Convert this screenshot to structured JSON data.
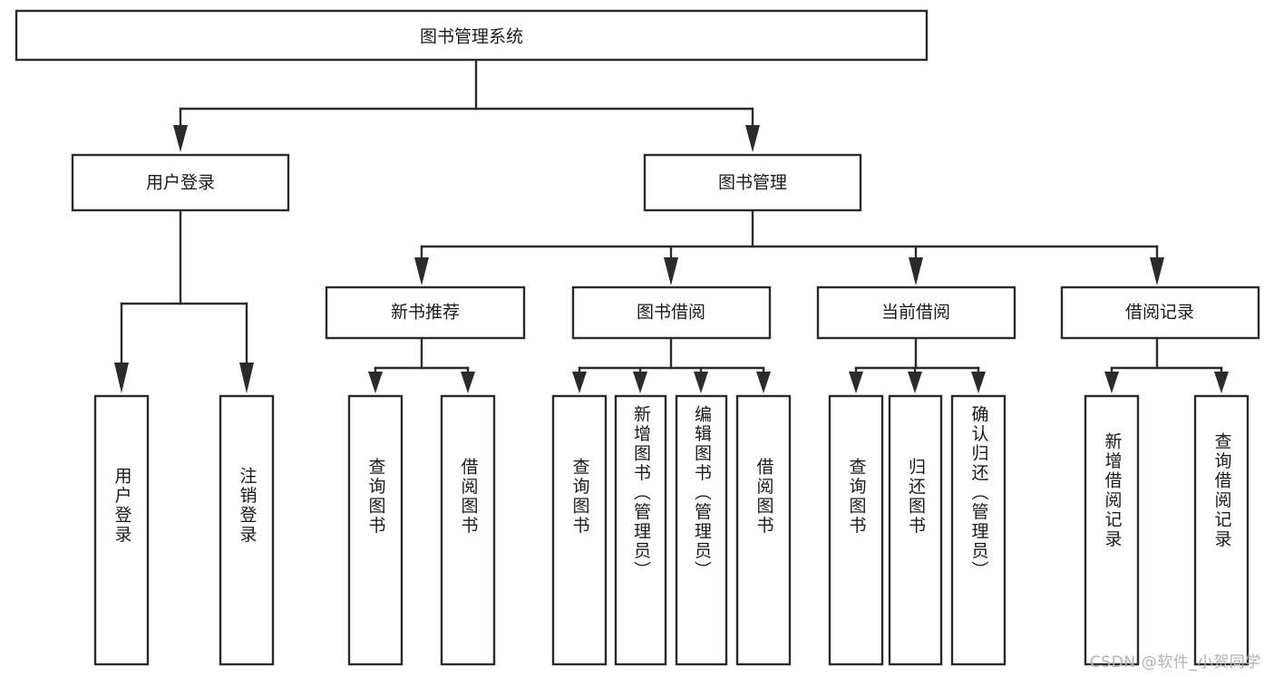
{
  "diagram": {
    "type": "tree-hierarchy",
    "root": {
      "label": "图书管理系统"
    },
    "level2": [
      {
        "label": "用户登录"
      },
      {
        "label": "图书管理"
      }
    ],
    "level3": [
      {
        "label": "新书推荐"
      },
      {
        "label": "图书借阅"
      },
      {
        "label": "当前借阅"
      },
      {
        "label": "借阅记录"
      }
    ],
    "leaves": {
      "user_login": [
        {
          "label": "用户登录"
        },
        {
          "label": "注销登录"
        }
      ],
      "new_book_recommend": [
        {
          "label": "查询图书"
        },
        {
          "label": "借阅图书"
        }
      ],
      "book_borrow": [
        {
          "label": "查询图书"
        },
        {
          "label": "新增图书（管理员）"
        },
        {
          "label": "编辑图书（管理员）"
        },
        {
          "label": "借阅图书"
        }
      ],
      "current_borrow": [
        {
          "label": "查询图书"
        },
        {
          "label": "归还图书"
        },
        {
          "label": "确认归还（管理员）"
        }
      ],
      "borrow_record": [
        {
          "label": "新增借阅记录"
        },
        {
          "label": "查询借阅记录"
        }
      ]
    }
  },
  "watermark": {
    "text": "CSDN @软件_小贺同学"
  },
  "colors": {
    "stroke": "#2b2b2b",
    "fill": "#ffffff",
    "text": "#1a1a1a",
    "watermark": "#b3b3b3"
  }
}
